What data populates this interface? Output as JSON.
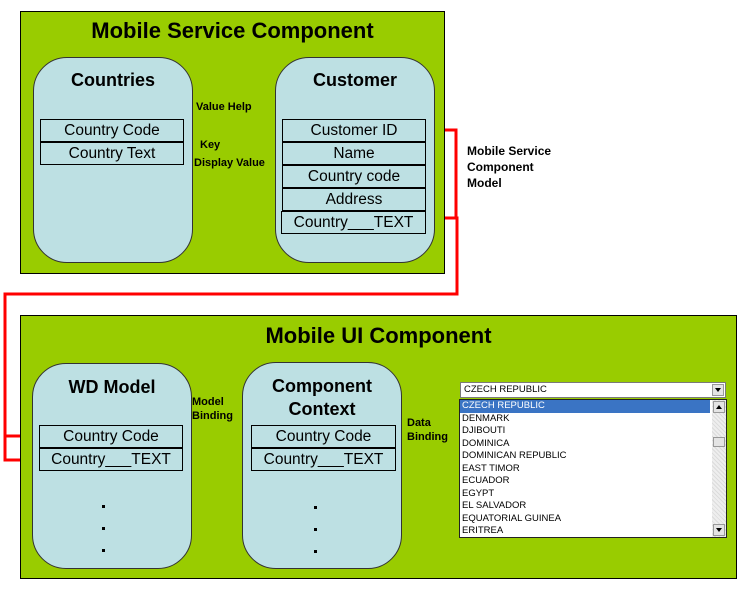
{
  "service_component": {
    "title": "Mobile Service Component",
    "countries": {
      "title": "Countries",
      "fields": [
        "Country Code",
        "Country Text"
      ]
    },
    "customer": {
      "title": "Customer",
      "fields": [
        "Customer ID",
        "Name",
        "Country code",
        "Address",
        "Country___TEXT"
      ]
    },
    "labels": {
      "value_help": "Value Help",
      "key": "Key",
      "display_value": "Display Value"
    }
  },
  "model_label": {
    "line1": "Mobile Service",
    "line2": "Component",
    "line3": "Model"
  },
  "ui_component": {
    "title": "Mobile UI Component",
    "wd_model": {
      "title": "WD Model",
      "fields": [
        "Country Code",
        "Country___TEXT"
      ]
    },
    "component_context": {
      "title_line1": "Component",
      "title_line2": "Context",
      "fields": [
        "Country Code",
        "Country___TEXT"
      ]
    },
    "labels": {
      "model_binding_1": "Model",
      "model_binding_2": "Binding",
      "data_binding_1": "Data",
      "data_binding_2": "Binding"
    },
    "dropdown": {
      "selected": "CZECH REPUBLIC",
      "options": [
        "CZECH REPUBLIC",
        "DENMARK",
        "DJIBOUTI",
        "DOMINICA",
        "DOMINICAN REPUBLIC",
        "EAST TIMOR",
        "ECUADOR",
        "EGYPT",
        "EL SALVADOR",
        "EQUATORIAL GUINEA",
        "ERITREA"
      ],
      "highlighted_index": 0
    }
  },
  "colors": {
    "component_bg": "#99cc00",
    "entity_bg": "#bde0e3",
    "connector": "#ff0000",
    "selection": "#3a74c4"
  }
}
